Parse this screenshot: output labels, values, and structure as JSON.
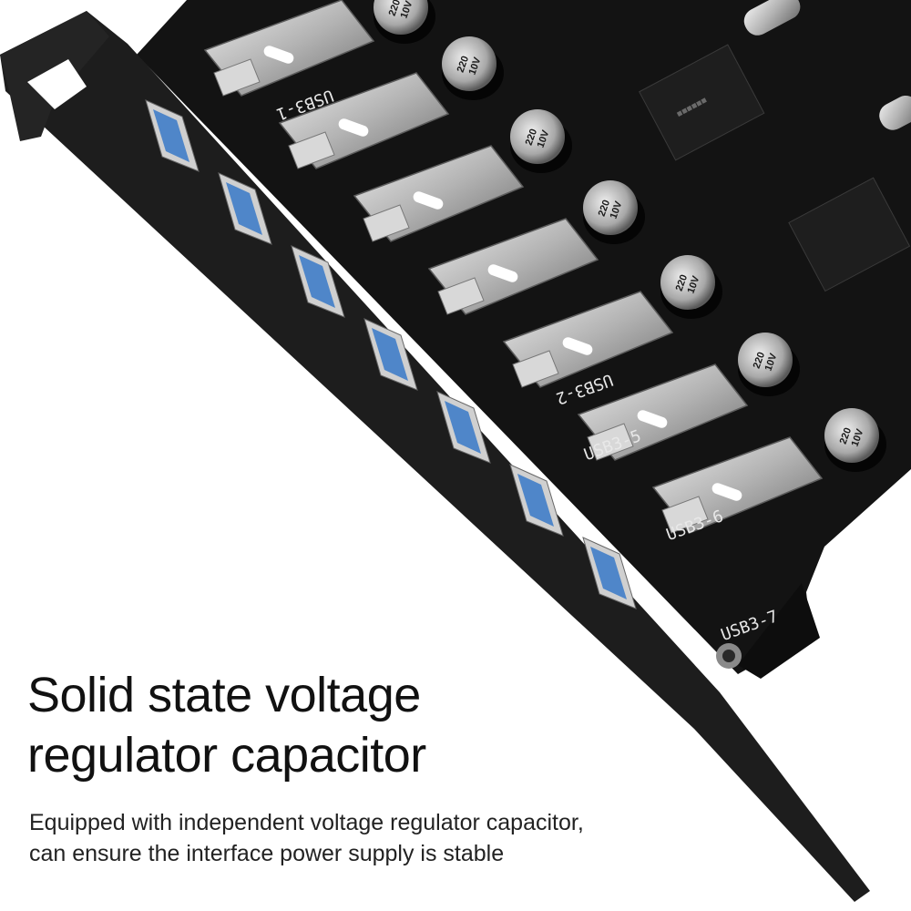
{
  "headline": {
    "line1": "Solid state voltage",
    "line2": "regulator capacitor"
  },
  "description": {
    "line1": "Equipped with independent voltage regulator capacitor,",
    "line2": "can ensure the interface power supply is stable"
  },
  "product": {
    "port_labels": [
      "USB3-1",
      "USB3-2",
      "USB3-5",
      "USB3-6",
      "USB3-7"
    ],
    "capacitor_label_top": "220",
    "capacitor_label_bottom": "10V",
    "capacitor_count": 7,
    "port_count": 7
  },
  "colors": {
    "pcb": "#121212",
    "bracket": "#1c1c1c",
    "port_metal": "#bcbcbc",
    "port_blue": "#4f86c9",
    "capacitor": "#a9a9a9"
  }
}
